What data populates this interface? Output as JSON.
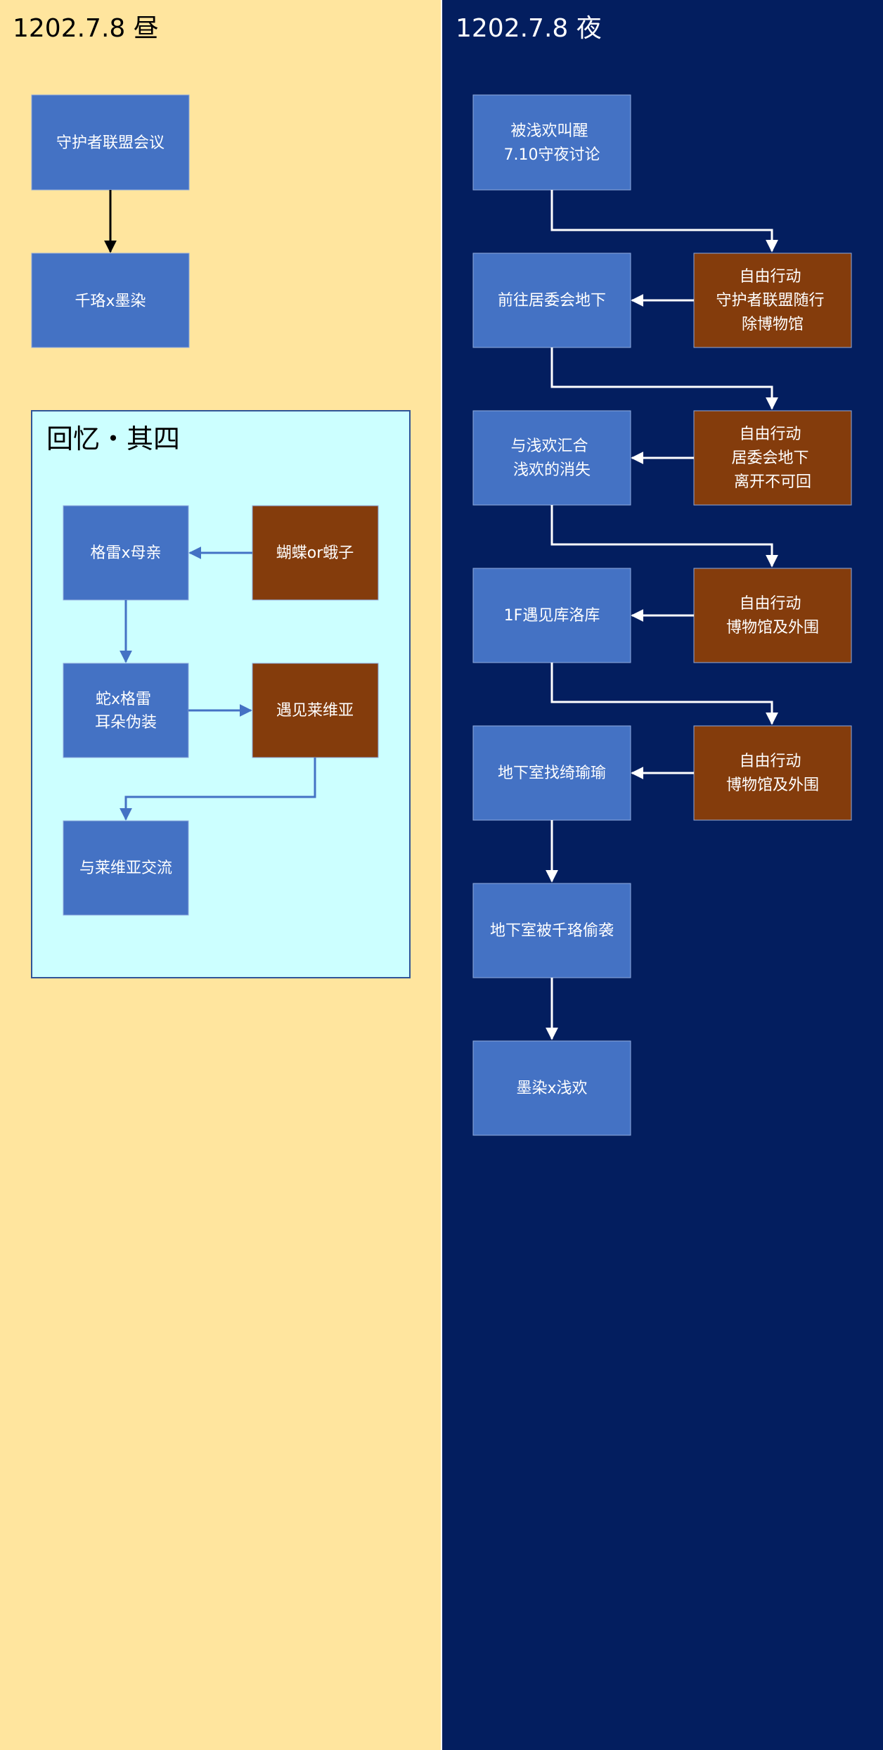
{
  "colors": {
    "day_bg": "#ffe59e",
    "night_bg": "#031e5f",
    "box_blue": "#4472c4",
    "box_brown": "#843c0c",
    "group_bg": "#ccffff",
    "group_border": "#2f5597"
  },
  "day": {
    "header": "1202.7.8 昼",
    "boxes": {
      "guardian_meeting": "守护者联盟会议",
      "qianluo_moran": "千珞x墨染"
    },
    "memory_group": {
      "title": "回忆・其四",
      "boxes": {
        "gelei_mother": "格雷x母亲",
        "butterfly_moth": "蝴蝶or蛾子",
        "snake_gelei": [
          "蛇x格雷",
          "耳朵伪装"
        ],
        "meet_laiweiya": "遇见莱维亚",
        "talk_laiweiya": "与莱维亚交流"
      }
    }
  },
  "night": {
    "header": "1202.7.8 夜",
    "boxes": {
      "woken_by_qianhuan": [
        "被浅欢叫醒",
        "7.10守夜讨论"
      ],
      "to_basement": "前往居委会地下",
      "meet_qianhuan": [
        "与浅欢汇合",
        "浅欢的消失"
      ],
      "meet_kuluoku": "1F遇见库洛库",
      "find_qiyuyu": "地下室找绮瑜瑜",
      "ambushed": "地下室被千珞偷袭",
      "moran_qianhuan": "墨染x浅欢"
    },
    "free_actions": {
      "free1": [
        "自由行动",
        "守护者联盟随行",
        "除博物馆"
      ],
      "free2": [
        "自由行动",
        "居委会地下",
        "离开不可回"
      ],
      "free3": [
        "自由行动",
        "博物馆及外围"
      ],
      "free4": [
        "自由行动",
        "博物馆及外围"
      ]
    }
  }
}
